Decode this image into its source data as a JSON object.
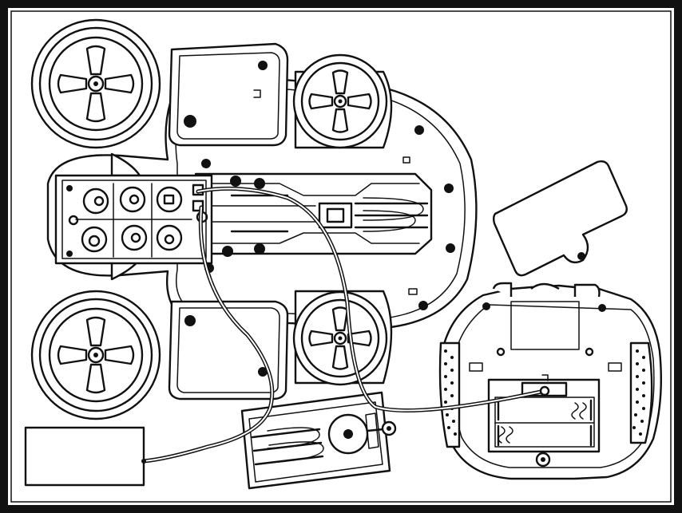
{
  "diagram": {
    "parts": [
      "chassis",
      "wheel-front-left",
      "wheel-rear-left",
      "wheel-front-right",
      "wheel-rear-right",
      "battery-box",
      "motor-board",
      "circuit-cover",
      "switch-box",
      "remote-controller",
      "remote-battery-door",
      "wire-harness"
    ],
    "colors": {
      "line": "#111111",
      "paper": "#ffffff",
      "frame": "#111111"
    }
  }
}
